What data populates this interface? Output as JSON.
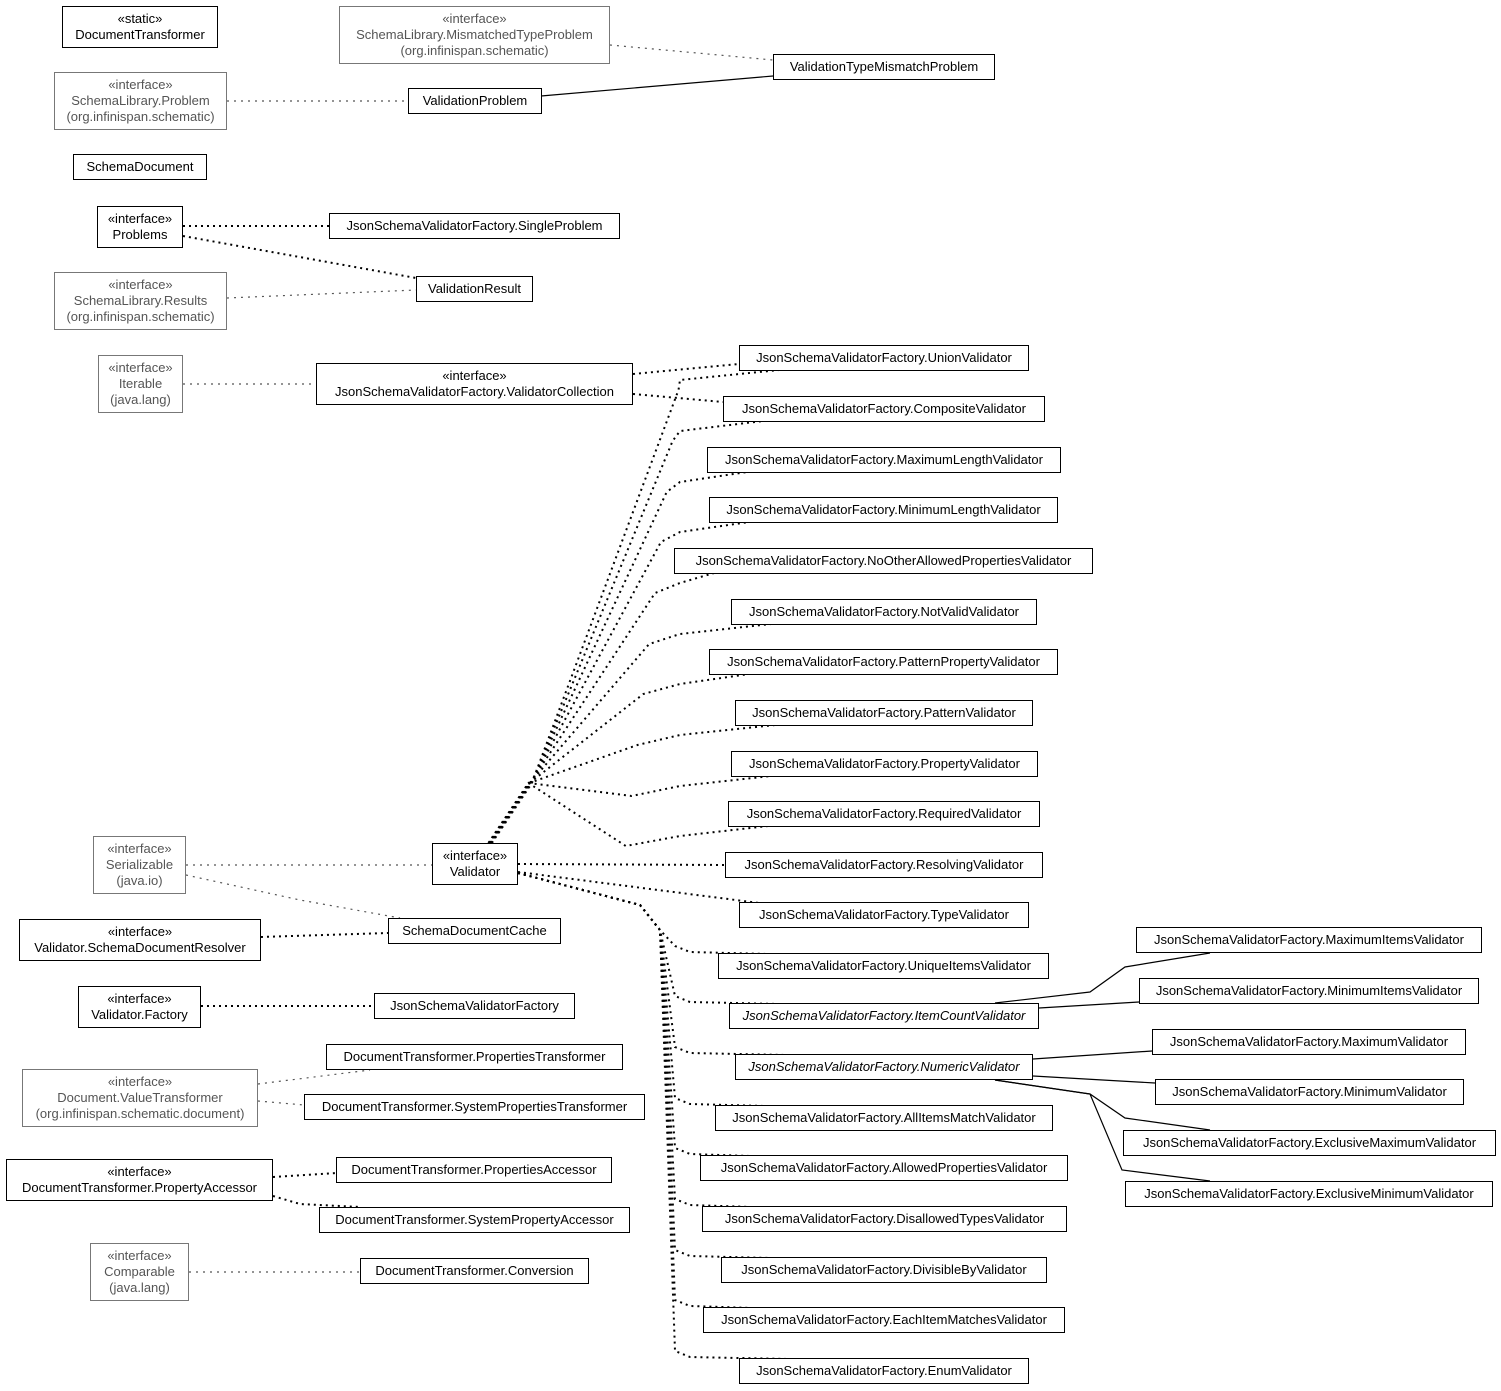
{
  "nodes": [
    {
      "id": "documenttransformer",
      "stereo": "«static»",
      "name": "DocumentTransformer"
    },
    {
      "id": "mismatchedtypeproblem",
      "stereo": "«interface»",
      "name": "SchemaLibrary.MismatchedTypeProblem",
      "pkg": "(org.infinispan.schematic)",
      "external": true
    },
    {
      "id": "validationtypemismatchproblem",
      "name": "ValidationTypeMismatchProblem"
    },
    {
      "id": "schemalibrary-problem",
      "stereo": "«interface»",
      "name": "SchemaLibrary.Problem",
      "pkg": "(org.infinispan.schematic)",
      "external": true
    },
    {
      "id": "validationproblem",
      "name": "ValidationProblem"
    },
    {
      "id": "schemadocument",
      "name": "SchemaDocument"
    },
    {
      "id": "problems",
      "stereo": "«interface»",
      "name": "Problems"
    },
    {
      "id": "singleproblem",
      "name": "JsonSchemaValidatorFactory.SingleProblem"
    },
    {
      "id": "validationresult",
      "name": "ValidationResult"
    },
    {
      "id": "schemalibrary-results",
      "stereo": "«interface»",
      "name": "SchemaLibrary.Results",
      "pkg": "(org.infinispan.schematic)",
      "external": true
    },
    {
      "id": "iterable",
      "stereo": "«interface»",
      "name": "Iterable",
      "pkg": "(java.lang)",
      "external": true
    },
    {
      "id": "validatorcollection",
      "stereo": "«interface»",
      "name": "JsonSchemaValidatorFactory.ValidatorCollection"
    },
    {
      "id": "unionvalidator",
      "name": "JsonSchemaValidatorFactory.UnionValidator"
    },
    {
      "id": "compositevalidator",
      "name": "JsonSchemaValidatorFactory.CompositeValidator"
    },
    {
      "id": "maximumlengthvalidator",
      "name": "JsonSchemaValidatorFactory.MaximumLengthValidator"
    },
    {
      "id": "minimumlengthvalidator",
      "name": "JsonSchemaValidatorFactory.MinimumLengthValidator"
    },
    {
      "id": "nootherallowedpropertiesvalidator",
      "name": "JsonSchemaValidatorFactory.NoOtherAllowedPropertiesValidator"
    },
    {
      "id": "notvalidvalidator",
      "name": "JsonSchemaValidatorFactory.NotValidValidator"
    },
    {
      "id": "patternpropertyvalidator",
      "name": "JsonSchemaValidatorFactory.PatternPropertyValidator"
    },
    {
      "id": "patternvalidator",
      "name": "JsonSchemaValidatorFactory.PatternValidator"
    },
    {
      "id": "propertyvalidator",
      "name": "JsonSchemaValidatorFactory.PropertyValidator"
    },
    {
      "id": "requiredvalidator",
      "name": "JsonSchemaValidatorFactory.RequiredValidator"
    },
    {
      "id": "resolvingvalidator",
      "name": "JsonSchemaValidatorFactory.ResolvingValidator"
    },
    {
      "id": "typevalidator",
      "name": "JsonSchemaValidatorFactory.TypeValidator"
    },
    {
      "id": "uniqueitemsvalidator",
      "name": "JsonSchemaValidatorFactory.UniqueItemsValidator"
    },
    {
      "id": "itemcountvalidator",
      "name": "JsonSchemaValidatorFactory.ItemCountValidator",
      "abstract": true
    },
    {
      "id": "numericvalidator",
      "name": "JsonSchemaValidatorFactory.NumericValidator",
      "abstract": true
    },
    {
      "id": "allitemsmatchvalidator",
      "name": "JsonSchemaValidatorFactory.AllItemsMatchValidator"
    },
    {
      "id": "allowedpropertiesvalidator",
      "name": "JsonSchemaValidatorFactory.AllowedPropertiesValidator"
    },
    {
      "id": "disallowedtypesvalidator",
      "name": "JsonSchemaValidatorFactory.DisallowedTypesValidator"
    },
    {
      "id": "divisiblebyvalidator",
      "name": "JsonSchemaValidatorFactory.DivisibleByValidator"
    },
    {
      "id": "eachitemmatchesvalidator",
      "name": "JsonSchemaValidatorFactory.EachItemMatchesValidator"
    },
    {
      "id": "enumvalidator",
      "name": "JsonSchemaValidatorFactory.EnumValidator"
    },
    {
      "id": "maximumitemsvalidator",
      "name": "JsonSchemaValidatorFactory.MaximumItemsValidator"
    },
    {
      "id": "minimumitemsvalidator",
      "name": "JsonSchemaValidatorFactory.MinimumItemsValidator"
    },
    {
      "id": "maximumvalidator",
      "name": "JsonSchemaValidatorFactory.MaximumValidator"
    },
    {
      "id": "minimumvalidator",
      "name": "JsonSchemaValidatorFactory.MinimumValidator"
    },
    {
      "id": "exclusivemaximumvalidator",
      "name": "JsonSchemaValidatorFactory.ExclusiveMaximumValidator"
    },
    {
      "id": "exclusiveminimumvalidator",
      "name": "JsonSchemaValidatorFactory.ExclusiveMinimumValidator"
    },
    {
      "id": "serializable",
      "stereo": "«interface»",
      "name": "Serializable",
      "pkg": "(java.io)",
      "external": true
    },
    {
      "id": "validator",
      "stereo": "«interface»",
      "name": "Validator"
    },
    {
      "id": "schemadocumentresolver",
      "stereo": "«interface»",
      "name": "Validator.SchemaDocumentResolver"
    },
    {
      "id": "schemadocumentcache",
      "name": "SchemaDocumentCache"
    },
    {
      "id": "validator-factory",
      "stereo": "«interface»",
      "name": "Validator.Factory"
    },
    {
      "id": "jsonschemavalidatorfactory",
      "name": "JsonSchemaValidatorFactory"
    },
    {
      "id": "valuetransformer",
      "stereo": "«interface»",
      "name": "Document.ValueTransformer",
      "pkg": "(org.infinispan.schematic.document)",
      "external": true
    },
    {
      "id": "propertiestransformer",
      "name": "DocumentTransformer.PropertiesTransformer"
    },
    {
      "id": "systempropertiestransformer",
      "name": "DocumentTransformer.SystemPropertiesTransformer"
    },
    {
      "id": "propertyaccessor",
      "stereo": "«interface»",
      "name": "DocumentTransformer.PropertyAccessor"
    },
    {
      "id": "propertiesaccessor",
      "name": "DocumentTransformer.PropertiesAccessor"
    },
    {
      "id": "systempropertyaccessor",
      "name": "DocumentTransformer.SystemPropertyAccessor"
    },
    {
      "id": "comparable",
      "stereo": "«interface»",
      "name": "Comparable",
      "pkg": "(java.lang)",
      "external": true
    },
    {
      "id": "conversion",
      "name": "DocumentTransformer.Conversion"
    }
  ],
  "edges": [
    {
      "from": "mismatchedtypeproblem",
      "to": "validationtypemismatchproblem",
      "style": "dotted",
      "external": true
    },
    {
      "from": "validationproblem",
      "to": "validationtypemismatchproblem",
      "style": "solid"
    },
    {
      "from": "schemalibrary-problem",
      "to": "validationproblem",
      "style": "dotted",
      "external": true
    },
    {
      "from": "problems",
      "to": "singleproblem",
      "style": "dotted"
    },
    {
      "from": "problems",
      "to": "validationresult",
      "style": "dotted"
    },
    {
      "from": "schemalibrary-results",
      "to": "validationresult",
      "style": "dotted",
      "external": true
    },
    {
      "from": "iterable",
      "to": "validatorcollection",
      "style": "dotted",
      "external": true
    },
    {
      "from": "validatorcollection",
      "to": "unionvalidator",
      "style": "dotted"
    },
    {
      "from": "validatorcollection",
      "to": "compositevalidator",
      "style": "dotted"
    },
    {
      "from": "validator",
      "to": "unionvalidator",
      "style": "dotted"
    },
    {
      "from": "validator",
      "to": "compositevalidator",
      "style": "dotted"
    },
    {
      "from": "validator",
      "to": "maximumlengthvalidator",
      "style": "dotted"
    },
    {
      "from": "validator",
      "to": "minimumlengthvalidator",
      "style": "dotted"
    },
    {
      "from": "validator",
      "to": "nootherallowedpropertiesvalidator",
      "style": "dotted"
    },
    {
      "from": "validator",
      "to": "notvalidvalidator",
      "style": "dotted"
    },
    {
      "from": "validator",
      "to": "patternpropertyvalidator",
      "style": "dotted"
    },
    {
      "from": "validator",
      "to": "patternvalidator",
      "style": "dotted"
    },
    {
      "from": "validator",
      "to": "propertyvalidator",
      "style": "dotted"
    },
    {
      "from": "validator",
      "to": "requiredvalidator",
      "style": "dotted"
    },
    {
      "from": "validator",
      "to": "resolvingvalidator",
      "style": "dotted"
    },
    {
      "from": "validator",
      "to": "typevalidator",
      "style": "dotted"
    },
    {
      "from": "validator",
      "to": "uniqueitemsvalidator",
      "style": "dotted"
    },
    {
      "from": "validator",
      "to": "itemcountvalidator",
      "style": "dotted"
    },
    {
      "from": "validator",
      "to": "numericvalidator",
      "style": "dotted"
    },
    {
      "from": "validator",
      "to": "allitemsmatchvalidator",
      "style": "dotted"
    },
    {
      "from": "validator",
      "to": "allowedpropertiesvalidator",
      "style": "dotted"
    },
    {
      "from": "validator",
      "to": "disallowedtypesvalidator",
      "style": "dotted"
    },
    {
      "from": "validator",
      "to": "divisiblebyvalidator",
      "style": "dotted"
    },
    {
      "from": "validator",
      "to": "eachitemmatchesvalidator",
      "style": "dotted"
    },
    {
      "from": "validator",
      "to": "enumvalidator",
      "style": "dotted"
    },
    {
      "from": "itemcountvalidator",
      "to": "maximumitemsvalidator",
      "style": "solid"
    },
    {
      "from": "itemcountvalidator",
      "to": "minimumitemsvalidator",
      "style": "solid"
    },
    {
      "from": "numericvalidator",
      "to": "maximumvalidator",
      "style": "solid"
    },
    {
      "from": "numericvalidator",
      "to": "minimumvalidator",
      "style": "solid"
    },
    {
      "from": "numericvalidator",
      "to": "exclusivemaximumvalidator",
      "style": "solid"
    },
    {
      "from": "numericvalidator",
      "to": "exclusiveminimumvalidator",
      "style": "solid"
    },
    {
      "from": "serializable",
      "to": "validator",
      "style": "dotted",
      "external": true
    },
    {
      "from": "serializable",
      "to": "schemadocumentcache",
      "style": "dotted",
      "external": true
    },
    {
      "from": "schemadocumentresolver",
      "to": "schemadocumentcache",
      "style": "dotted"
    },
    {
      "from": "validator-factory",
      "to": "jsonschemavalidatorfactory",
      "style": "dotted"
    },
    {
      "from": "valuetransformer",
      "to": "propertiestransformer",
      "style": "dotted",
      "external": true
    },
    {
      "from": "valuetransformer",
      "to": "systempropertiestransformer",
      "style": "dotted",
      "external": true
    },
    {
      "from": "propertyaccessor",
      "to": "propertiesaccessor",
      "style": "dotted"
    },
    {
      "from": "propertyaccessor",
      "to": "systempropertyaccessor",
      "style": "dotted"
    },
    {
      "from": "comparable",
      "to": "conversion",
      "style": "dotted",
      "external": true
    }
  ]
}
